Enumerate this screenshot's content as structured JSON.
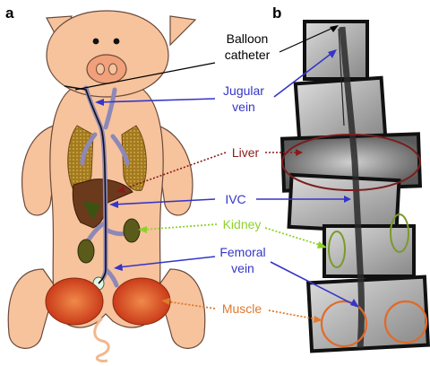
{
  "panels": {
    "a": "a",
    "b": "b"
  },
  "labels": {
    "balloon_catheter_line1": "Balloon",
    "balloon_catheter_line2": "catheter",
    "jugular_vein_line1": "Jugular",
    "jugular_vein_line2": "vein",
    "liver": "Liver",
    "ivc": "IVC",
    "kidney": "Kidney",
    "femoral_vein_line1": "Femoral",
    "femoral_vein_line2": "vein",
    "muscle": "Muscle"
  },
  "colors": {
    "skin": "#f6c39d",
    "skin_outline": "#6b4a3a",
    "vein": "#8e88b8",
    "lung": "#b78a28",
    "liver": "#6b3a1c",
    "kidney": "#5a5a1a",
    "muscle": "#d8431c",
    "label_black": "#000000",
    "label_blue": "#3535c9",
    "label_liver": "#8b1a1a",
    "label_kidney": "#8fd12c",
    "label_muscle": "#e0792c",
    "ring_kidney": "#7a9a2a",
    "ring_muscle": "#e06a2a"
  },
  "icons": {
    "catheter": "catheter-line",
    "xray": "angiography-montage"
  }
}
